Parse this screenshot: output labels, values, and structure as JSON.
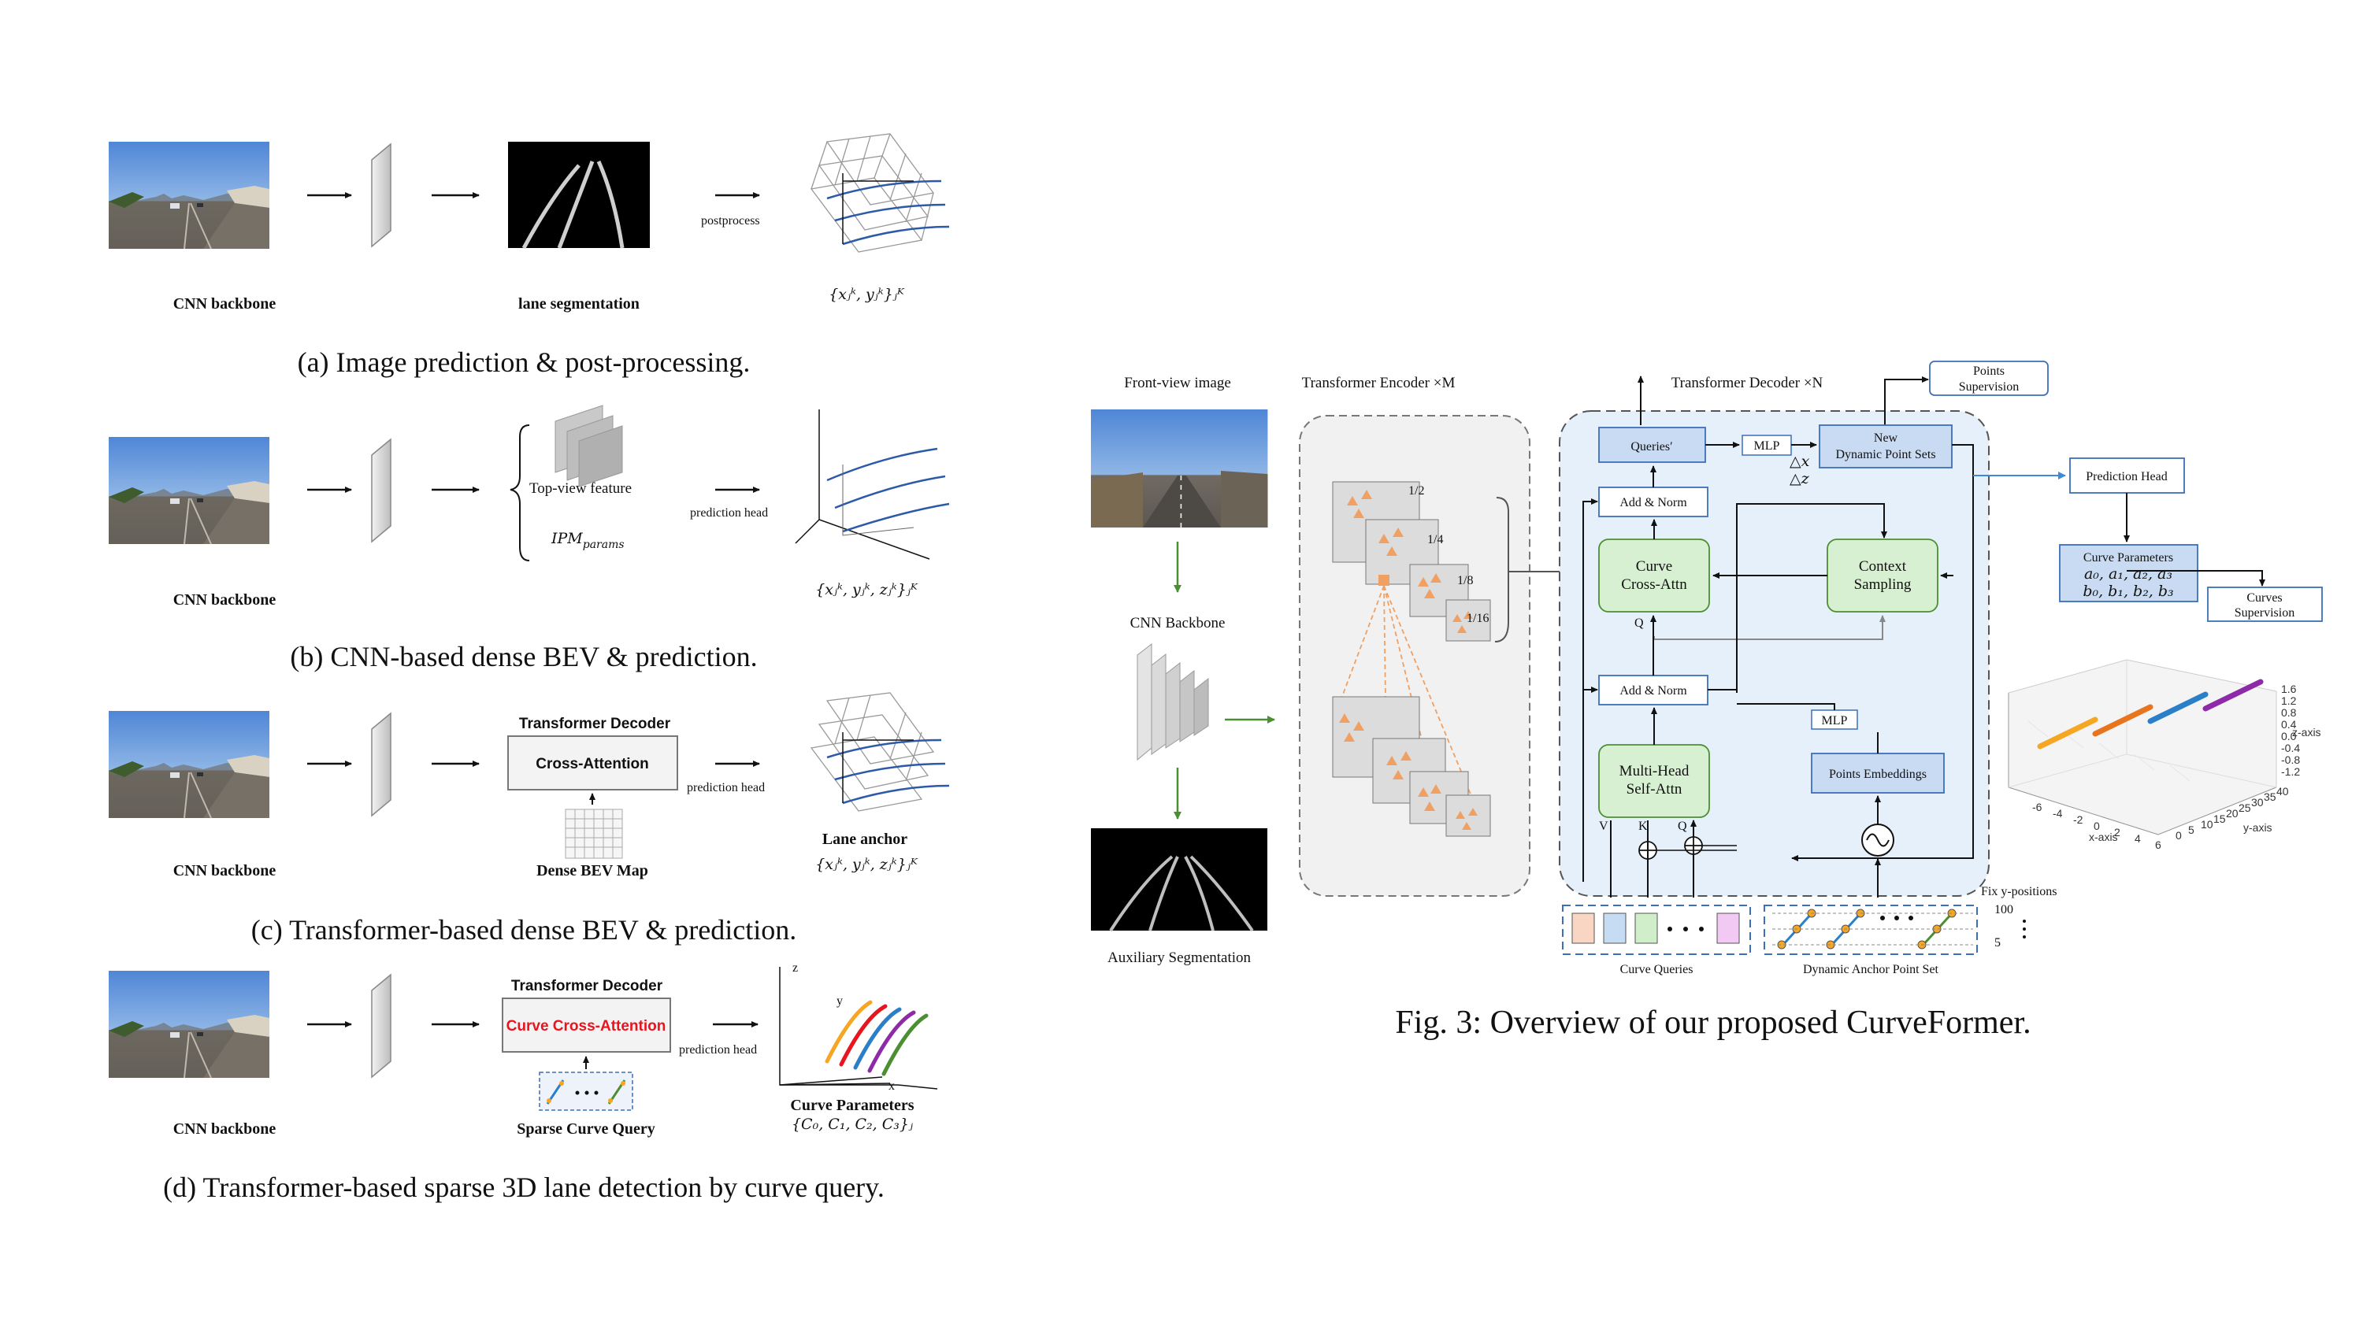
{
  "left_figure": {
    "panel_a": {
      "backbone_label": "CNN backbone",
      "seg_label": "lane segmentation",
      "postprocess_label": "postprocess",
      "output_math": "{xⱼᵏ, yⱼᵏ}ⱼᴷ",
      "caption": "(a) Image prediction & post-processing."
    },
    "panel_b": {
      "backbone_label": "CNN backbone",
      "topview_label": "Top-view feature",
      "ipm_label": "IPM",
      "ipm_sub": "params",
      "head_label": "prediction head",
      "output_math": "{xⱼᵏ, yⱼᵏ, zⱼᵏ}ⱼᴷ",
      "caption": "(b) CNN-based dense BEV & prediction."
    },
    "panel_c": {
      "backbone_label": "CNN backbone",
      "decoder_title": "Transformer Decoder",
      "attn_label": "Cross-Attention",
      "map_label": "Dense BEV Map",
      "head_label": "prediction head",
      "anchor_label": "Lane anchor",
      "output_math": "{xⱼᵏ, yⱼᵏ, zⱼᵏ}ⱼᴷ",
      "caption": "(c) Transformer-based dense BEV & prediction."
    },
    "panel_d": {
      "backbone_label": "CNN backbone",
      "decoder_title": "Transformer Decoder",
      "attn_label": "Curve Cross-Attention",
      "query_label": "Sparse Curve Query",
      "head_label": "prediction head",
      "params_label": "Curve Parameters",
      "params_math": "{C₀, C₁, C₂, C₃}ⱼ",
      "axis_x": "x",
      "axis_y": "y",
      "axis_z": "z",
      "caption": "(d) Transformer-based sparse 3D lane detection by curve query."
    }
  },
  "right_figure": {
    "front_view_label": "Front-view image",
    "cnn_backbone_label": "CNN Backbone",
    "aux_seg_label": "Auxiliary Segmentation",
    "encoder_title": "Transformer Encoder ×M",
    "scale_labels": [
      "1/2",
      "1/4",
      "1/8",
      "1/16"
    ],
    "decoder_title": "Transformer Decoder ×N",
    "points_supervision": [
      "Points",
      "Supervision"
    ],
    "queries_prime": "Queries′",
    "mlp": "MLP",
    "delta_x": "△x",
    "delta_z": "△z",
    "new_dps": [
      "New",
      "Dynamic Point Sets"
    ],
    "add_norm": "Add & Norm",
    "curve_cross_attn": [
      "Curve",
      "Cross-Attn"
    ],
    "context_sampling": [
      "Context",
      "Sampling"
    ],
    "multi_head_self_attn": [
      "Multi-Head",
      "Self-Attn"
    ],
    "points_embeddings": "Points Embeddings",
    "qkv": [
      "V",
      "K",
      "Q",
      "Q"
    ],
    "prediction_head": "Prediction Head",
    "curve_parameters": "Curve Parameters",
    "curve_params_a": "a₀, a₁, a₂, a₃",
    "curve_params_b": "b₀, b₁, b₂, b₃",
    "curves_supervision": [
      "Curves",
      "Supervision"
    ],
    "curve_queries_label": "Curve Queries",
    "fix_y_label": "Fix y-positions",
    "y_values": [
      "100",
      "5"
    ],
    "dynamic_anchor_label": "Dynamic Anchor Point Set",
    "plot_axis_x": "x-axis",
    "plot_axis_y": "y-axis",
    "plot_axis_z": "z-axis",
    "plot_x_ticks": [
      "-6",
      "-4",
      "-2",
      "0",
      "2",
      "4",
      "6"
    ],
    "plot_y_ticks": [
      "0",
      "5",
      "10",
      "15",
      "20",
      "25",
      "30",
      "35",
      "40"
    ],
    "plot_z_ticks": [
      "1.6",
      "1.2",
      "0.8",
      "0.4",
      "0.0",
      "-0.4",
      "-0.8",
      "-1.2"
    ],
    "lane_colors": [
      "#f5a623",
      "#e8741e",
      "#2a7fc8",
      "#8e2aa8"
    ],
    "caption": "Fig. 3: Overview of our proposed CurveFormer."
  },
  "colors": {
    "road_sky": "#5a8fd8",
    "block_green": "#d8f0d2",
    "block_blue": "#dbe7f8",
    "accent_red": "#e8141e",
    "arrow_green": "#4c8f32",
    "link_blue": "#3d8ad8"
  }
}
